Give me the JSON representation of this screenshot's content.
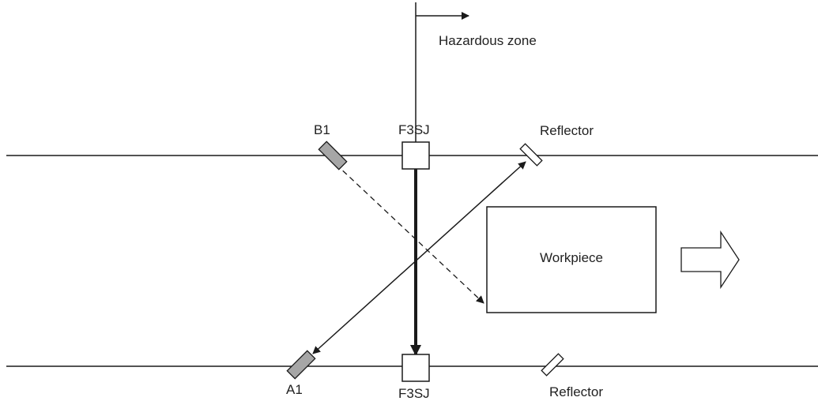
{
  "labels": {
    "hazardous_zone": "Hazardous zone",
    "b1": "B1",
    "a1": "A1",
    "f3sj_top": "F3SJ",
    "f3sj_bottom": "F3SJ",
    "reflector_top": "Reflector",
    "reflector_bottom": "Reflector",
    "workpiece": "Workpiece"
  },
  "colors": {
    "line": "#1a1a1a",
    "sensor_fill": "#a6a6a6",
    "background": "#ffffff"
  }
}
